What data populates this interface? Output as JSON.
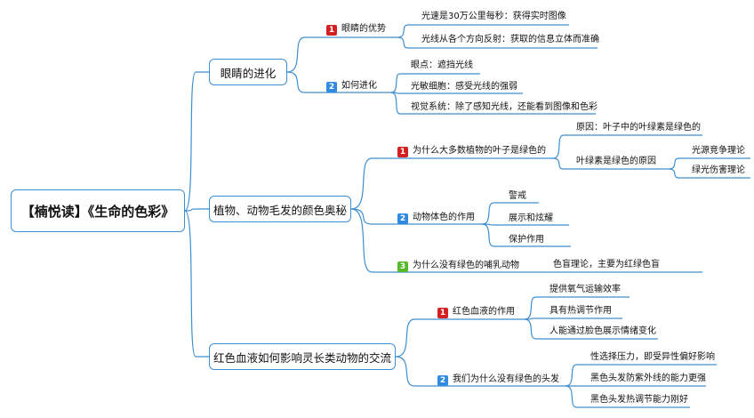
{
  "colors": {
    "line": "#3f8fd0",
    "badge_red": "#d42020",
    "badge_blue": "#2f8ae0",
    "badge_green": "#57b82c"
  },
  "root": {
    "label": "【楠悦读】《生命的色彩》"
  },
  "branch1": {
    "label": "眼睛的进化",
    "sub1": {
      "badge": "1",
      "label": "眼睛的优势",
      "items": [
        "光速是30万公里每秒：获得实时图像",
        "光线从各个方向反射：获取的信息立体而准确"
      ]
    },
    "sub2": {
      "badge": "2",
      "label": "如何进化",
      "items": [
        "眼点：遮挡光线",
        "光敏细胞：感受光线的强弱",
        "视觉系统：除了感知光线，还能看到图像和色彩"
      ]
    }
  },
  "branch2": {
    "label": "植物、动物毛发的颜色奥秘",
    "sub1": {
      "badge": "1",
      "label": "为什么大多数植物的叶子是绿色的",
      "items": [
        "原因：叶子中的叶绿素是绿色的",
        "叶绿素是绿色的原因"
      ],
      "subitems": [
        "光源竞争理论",
        "绿光伤害理论"
      ]
    },
    "sub2": {
      "badge": "2",
      "label": "动物体色的作用",
      "items": [
        "警戒",
        "展示和炫耀",
        "保护作用"
      ]
    },
    "sub3": {
      "badge": "3",
      "label": "为什么没有绿色的哺乳动物",
      "items": [
        "色盲理论，主要为红绿色盲"
      ]
    }
  },
  "branch3": {
    "label": "红色血液如何影响灵长类动物的交流",
    "sub1": {
      "badge": "1",
      "label": "红色血液的作用",
      "items": [
        "提供氧气运输效率",
        "具有热调节作用",
        "人能通过脸色展示情绪变化"
      ]
    },
    "sub2": {
      "badge": "2",
      "label": "我们为什么没有绿色的头发",
      "items": [
        "性选择压力，即受异性偏好影响",
        "黑色头发防紫外线的能力更强",
        "黑色头发热调节能力刚好"
      ]
    }
  }
}
